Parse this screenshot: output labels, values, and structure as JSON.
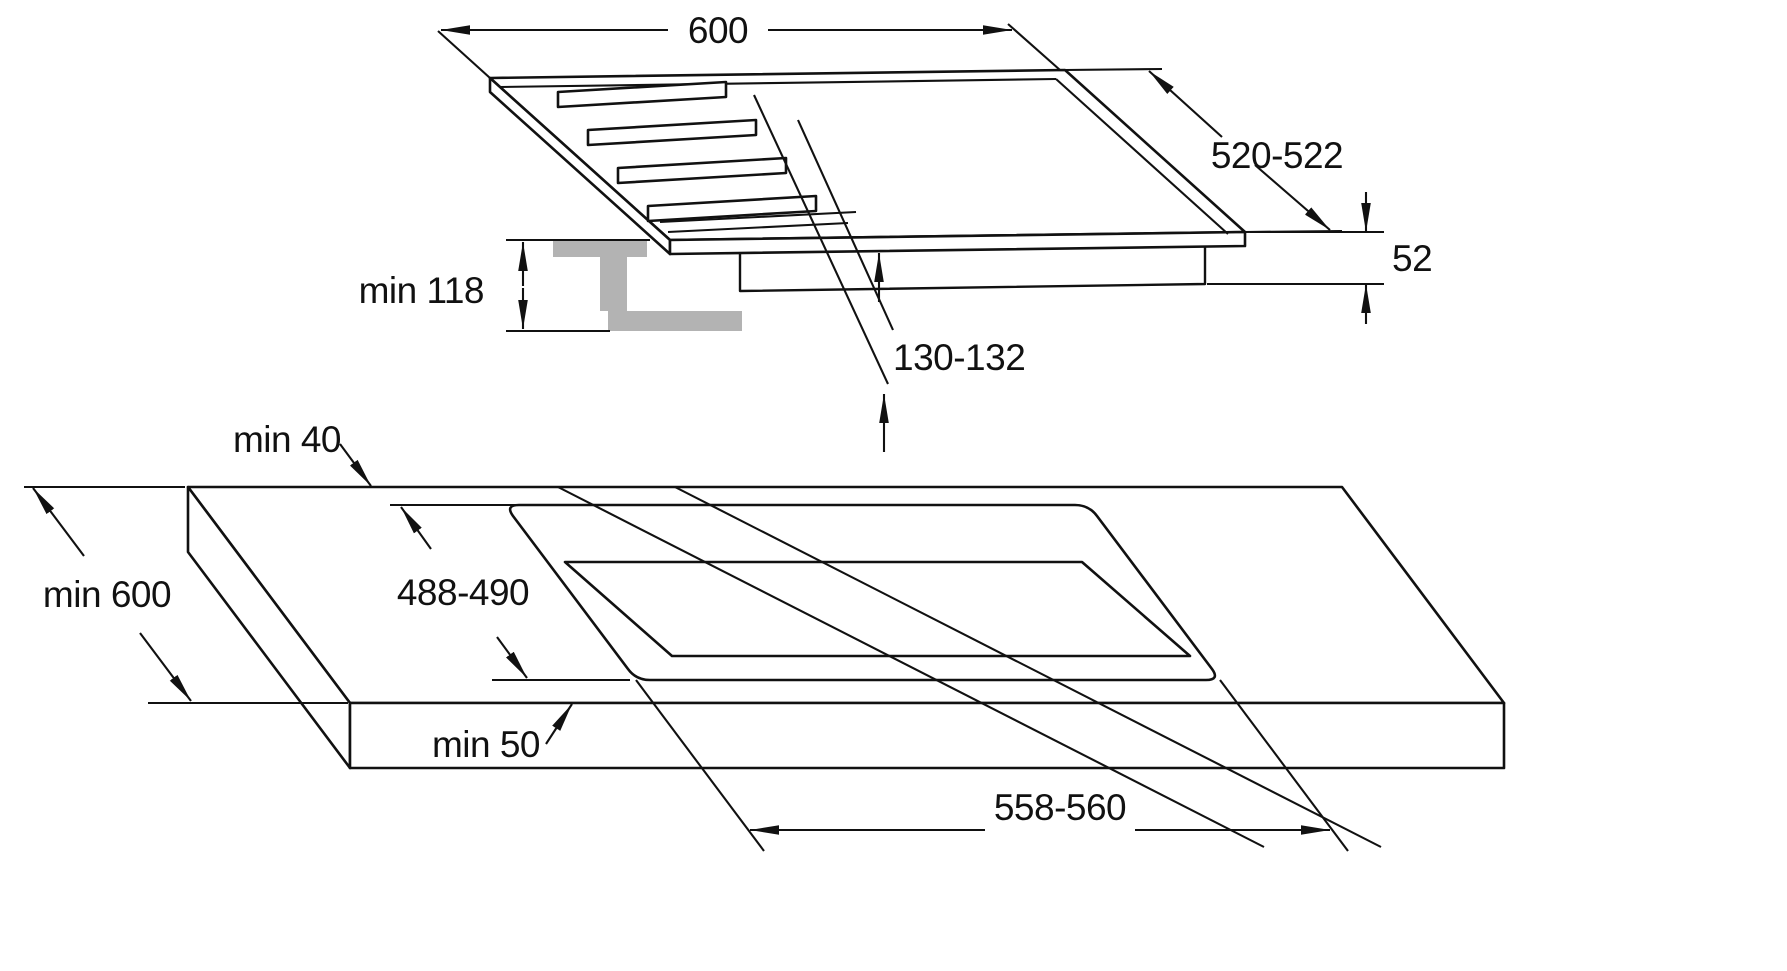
{
  "page": {
    "background": "#ffffff"
  },
  "diagram": {
    "kind": "installation-drawing",
    "subject": "built-in gas hob and worktop cutout",
    "stroke_color": "#111111",
    "bracket_color": "#b3b3b3",
    "dimensions": {
      "hob_width": "600",
      "hob_depth": "520-522",
      "hob_height": "52",
      "clearance_below": "min 118",
      "connection_offset": "130-132",
      "cutout_back_gap": "min 40",
      "worktop_depth": "min 600",
      "cutout_depth": "488-490",
      "cutout_front_gap": "min 50",
      "cutout_width": "558-560"
    }
  }
}
